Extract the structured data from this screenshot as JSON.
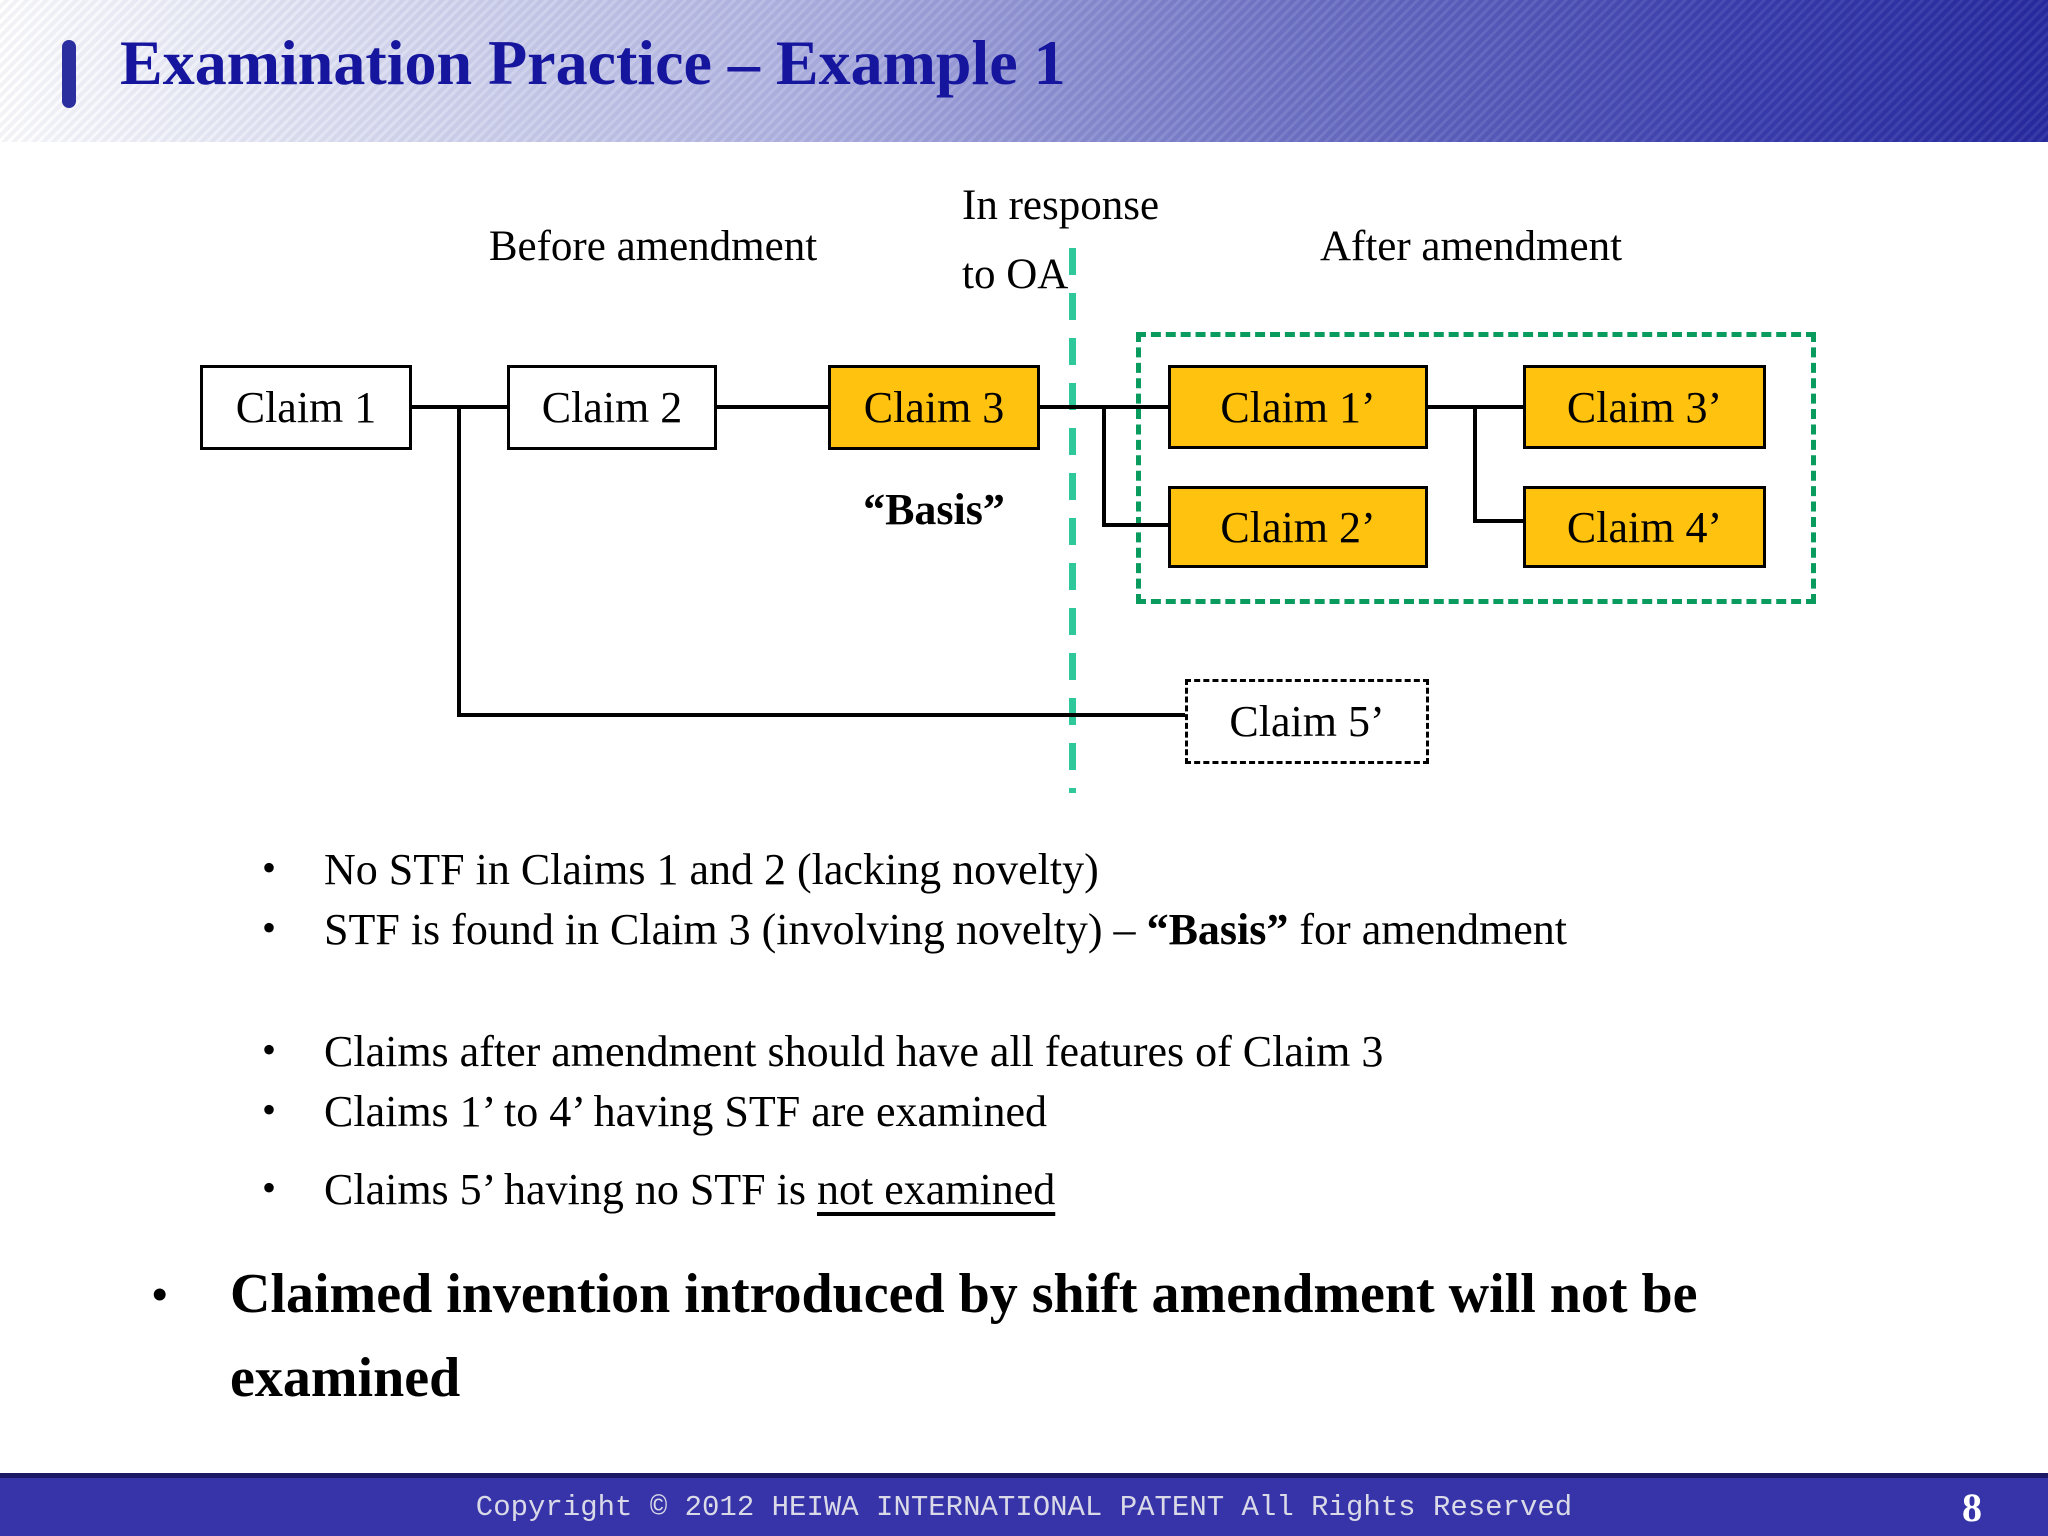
{
  "slide": {
    "title": "Examination Practice – Example 1",
    "page_number": "8",
    "footer_copyright": "Copyright © 2012 HEIWA INTERNATIONAL PATENT All Rights Reserved"
  },
  "diagram": {
    "label_before": "Before amendment",
    "label_response": "In response\nto OA",
    "label_after": "After amendment",
    "basis_label": "“Basis”",
    "boxes": {
      "claim1": "Claim 1",
      "claim2": "Claim 2",
      "claim3": "Claim 3",
      "claim1p": "Claim 1’",
      "claim2p": "Claim 2’",
      "claim3p": "Claim 3’",
      "claim4p": "Claim 4’",
      "claim5p": "Claim 5’"
    }
  },
  "bullets": {
    "marker": "•",
    "b1": "No STF in Claims 1 and 2 (lacking novelty)",
    "b2_pre": "STF is found in Claim 3 (involving novelty) – ",
    "b2_bold": "“Basis”",
    "b2_post": " for amendment",
    "b3": "Claims after amendment should have all features of Claim 3",
    "b4": "Claims 1’ to 4’ having STF are examined",
    "b5_pre": "Claims 5’ having no STF is ",
    "b5_underline": "not examined",
    "b6": "Claimed invention introduced by shift amendment will not be examined"
  },
  "colors": {
    "accent_orange": "#ffc20e",
    "green_dashed_box": "#0a9b5f",
    "green_divider_line": "#2fc89a",
    "title_blue": "#15159e",
    "footer_blue": "#3634a8"
  }
}
